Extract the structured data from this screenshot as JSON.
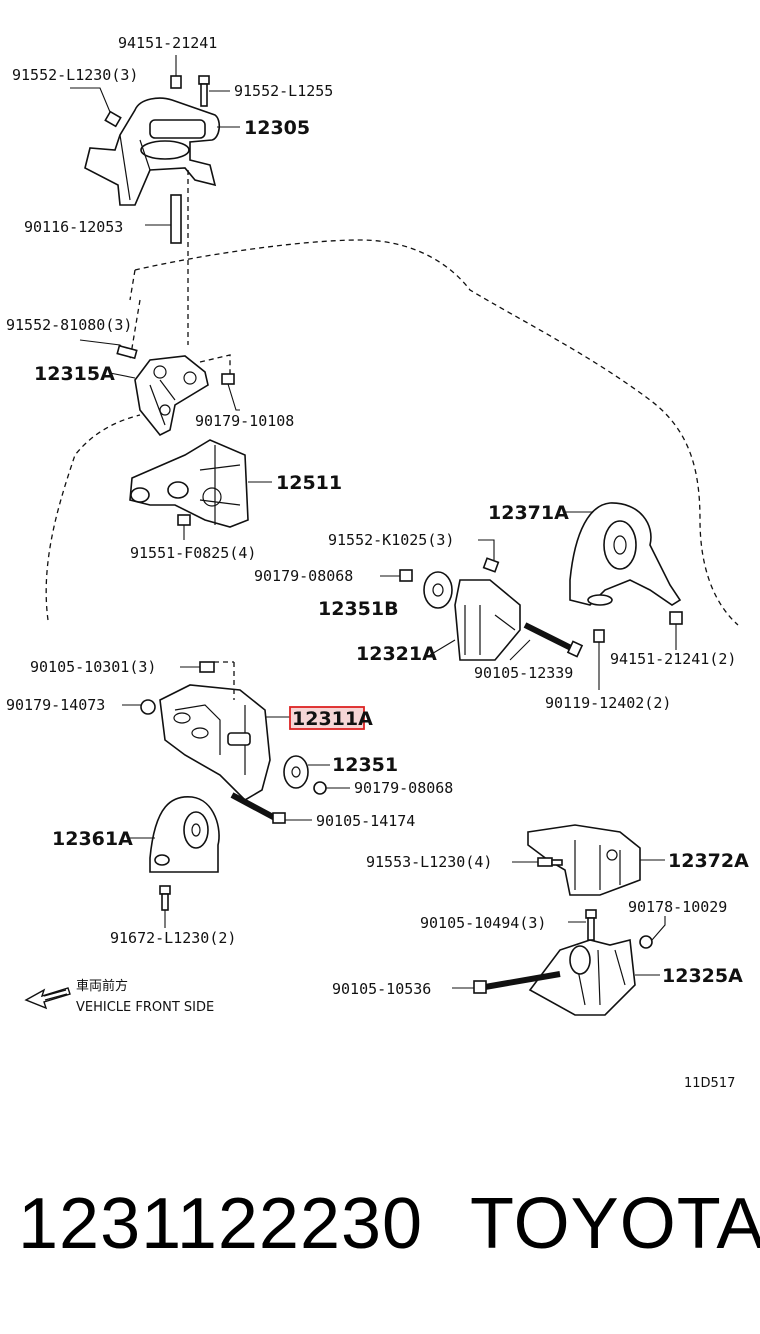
{
  "diagram": {
    "labels": {
      "p94151_21241": "94151-21241",
      "p91552_L1230_3": "91552-L1230(3)",
      "p91552_L1255": "91552-L1255",
      "p12305": "12305",
      "p90116_12053": "90116-12053",
      "p91552_81080_3": "91552-81080(3)",
      "p12315A": "12315A",
      "p90179_10108": "90179-10108",
      "p12511": "12511",
      "p91551_F0825_4": "91551-F0825(4)",
      "p12371A": "12371A",
      "p91552_K1025_3": "91552-K1025(3)",
      "p90179_08068_a": "90179-08068",
      "p12351B": "12351B",
      "p12321A": "12321A",
      "p90105_12339": "90105-12339",
      "p94151_21241_2": "94151-21241(2)",
      "p90119_12402_2": "90119-12402(2)",
      "p90105_10301_3": "90105-10301(3)",
      "p90179_14073": "90179-14073",
      "p12311A": "12311A",
      "p12351": "12351",
      "p90179_08068_b": "90179-08068",
      "p90105_14174": "90105-14174",
      "p12361A": "12361A",
      "p91553_L1230_4": "91553-L1230(4)",
      "p12372A": "12372A",
      "p90105_10494_3": "90105-10494(3)",
      "p90178_10029": "90178-10029",
      "p91672_L1230_2": "91672-L1230(2)",
      "p90105_10536": "90105-10536",
      "p12325A": "12325A"
    },
    "front_jp": "車両前方",
    "front_en": "VEHICLE FRONT SIDE",
    "diagram_code": "11D517",
    "highlight_color": "#d22222"
  },
  "footer": {
    "part_number": "1231122230",
    "brand": "TOYOTA"
  }
}
